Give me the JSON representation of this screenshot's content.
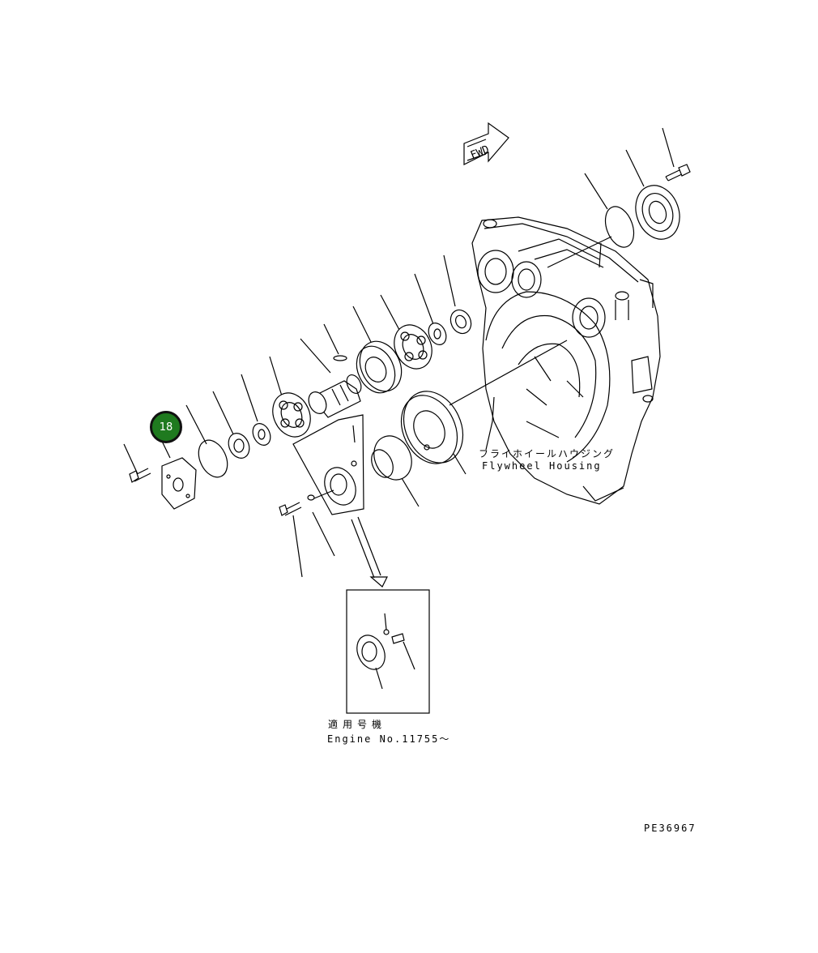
{
  "diagram": {
    "fwd_label": "FWD",
    "housing_label_jp": "フライホイールハウジング",
    "housing_label_en": "Flywheel Housing",
    "applicable_label_jp": "適用号機",
    "applicable_label_en": "Engine No.11755～",
    "drawing_number": "PE36967",
    "callout_number": "18",
    "callout_color": "#1f7a1f"
  }
}
